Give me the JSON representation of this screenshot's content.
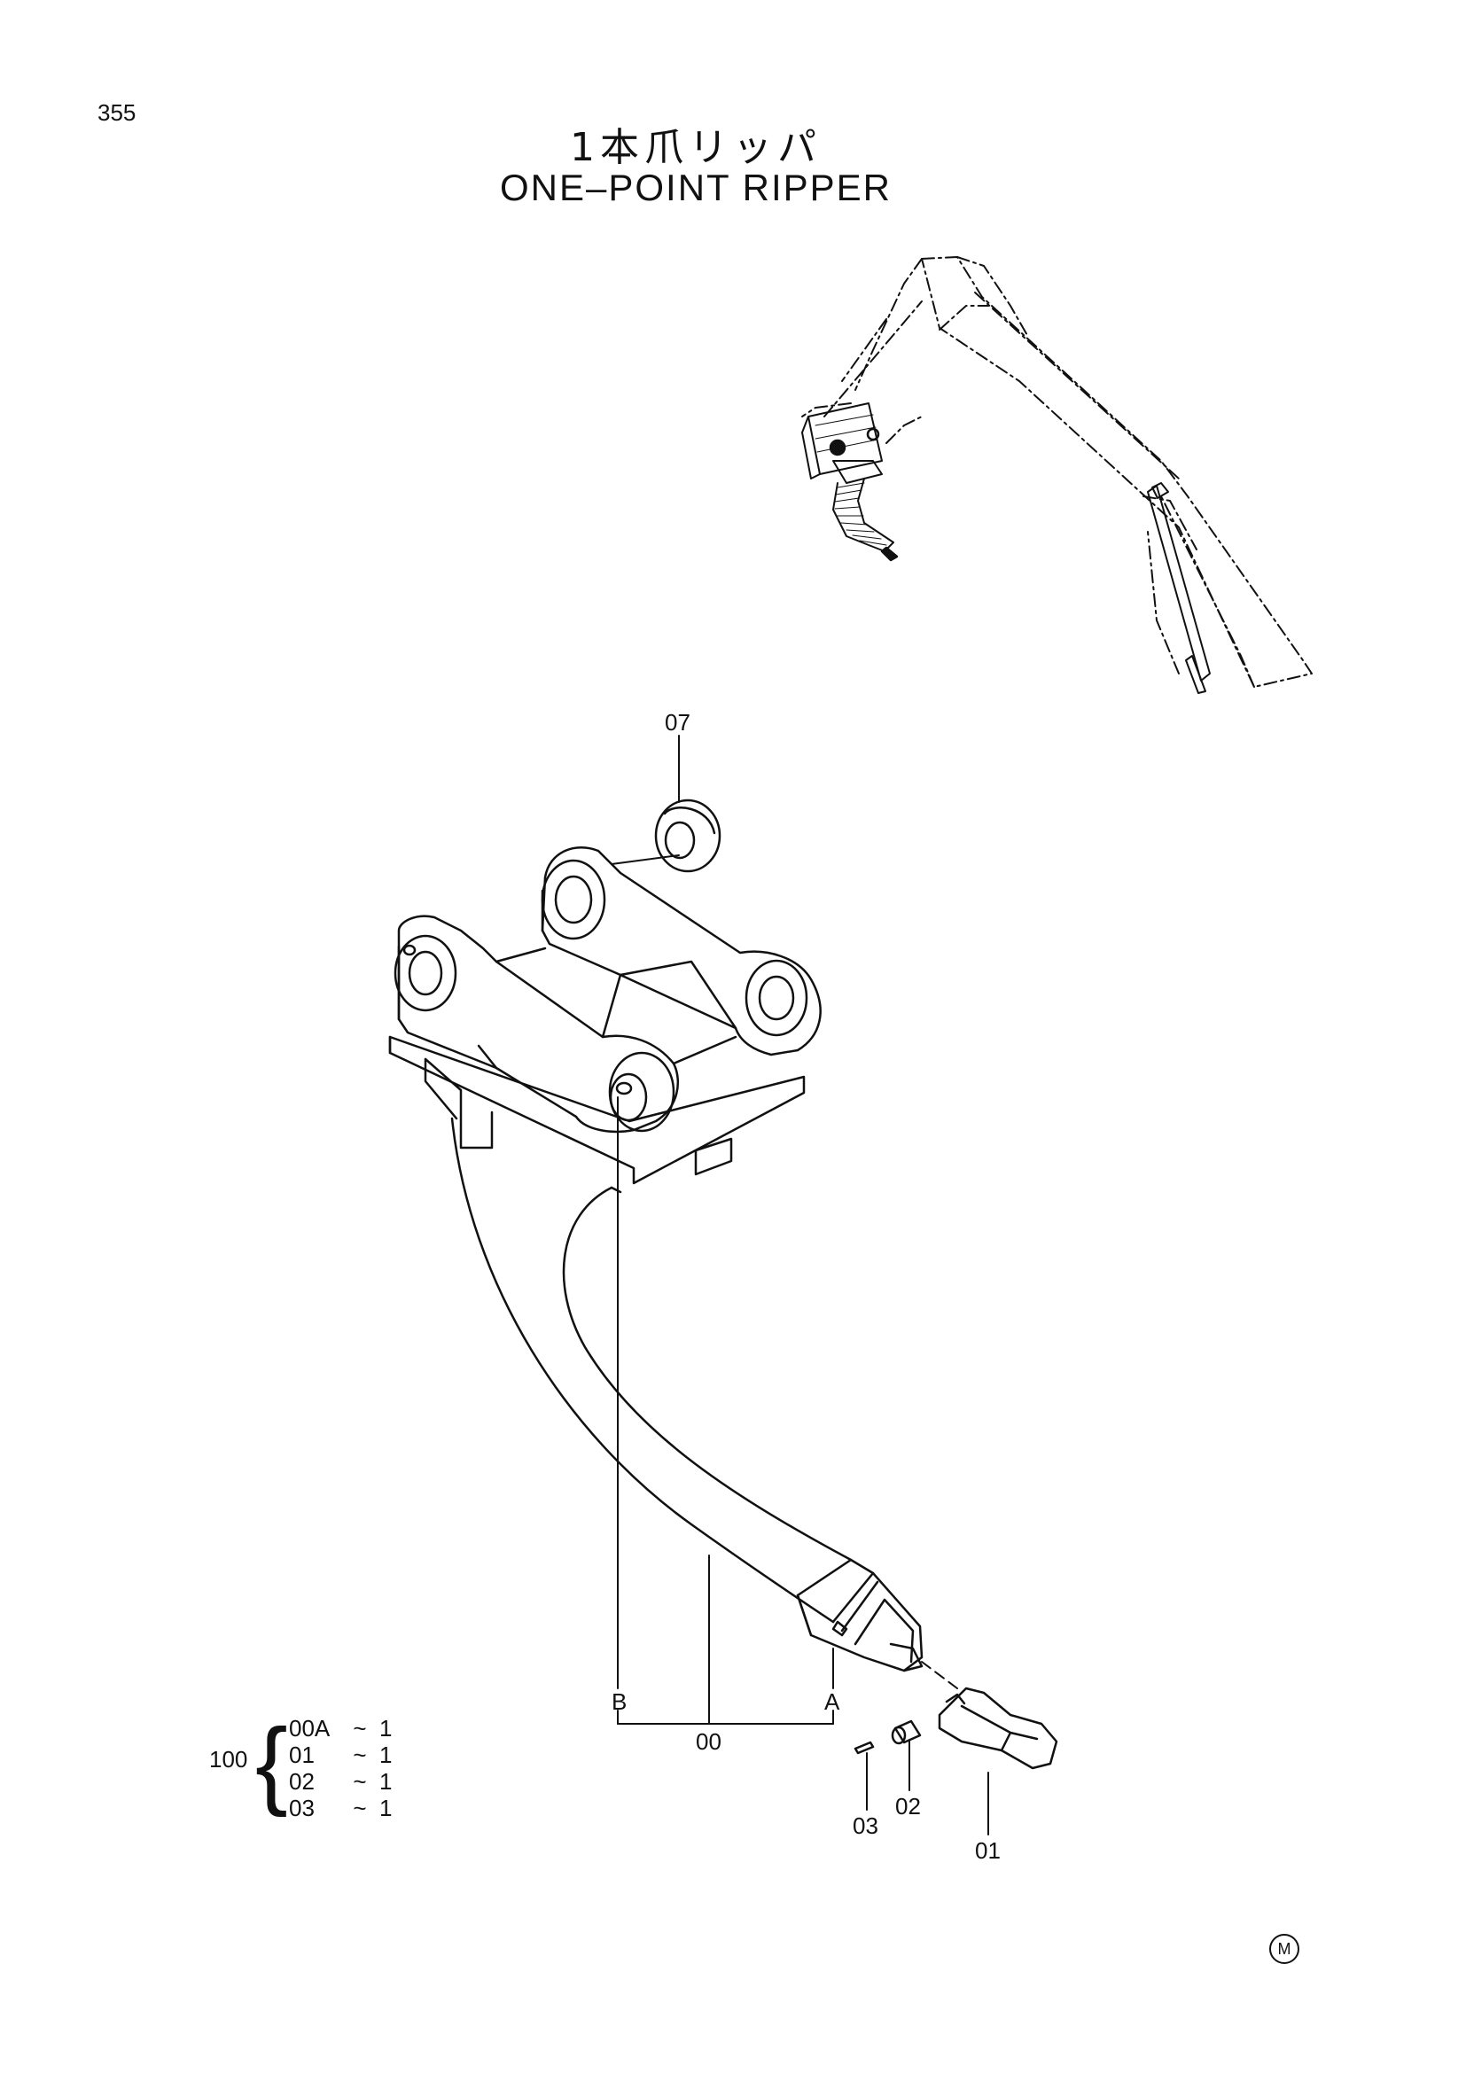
{
  "page_number": "355",
  "title_japanese": "1本爪リッパ",
  "title_english": "ONE–POINT RIPPER",
  "callouts": {
    "p07": "07",
    "p00": "00",
    "pB": "B",
    "pA": "A",
    "p01": "01",
    "p02": "02",
    "p03": "03"
  },
  "assembly": {
    "label": "100",
    "brace": "{",
    "items": [
      {
        "part": "00A",
        "sep": "~",
        "qty": "1"
      },
      {
        "part": "01",
        "sep": "~",
        "qty": "1"
      },
      {
        "part": "02",
        "sep": "~",
        "qty": "1"
      },
      {
        "part": "03",
        "sep": "~",
        "qty": "1"
      }
    ]
  },
  "mark": "M"
}
